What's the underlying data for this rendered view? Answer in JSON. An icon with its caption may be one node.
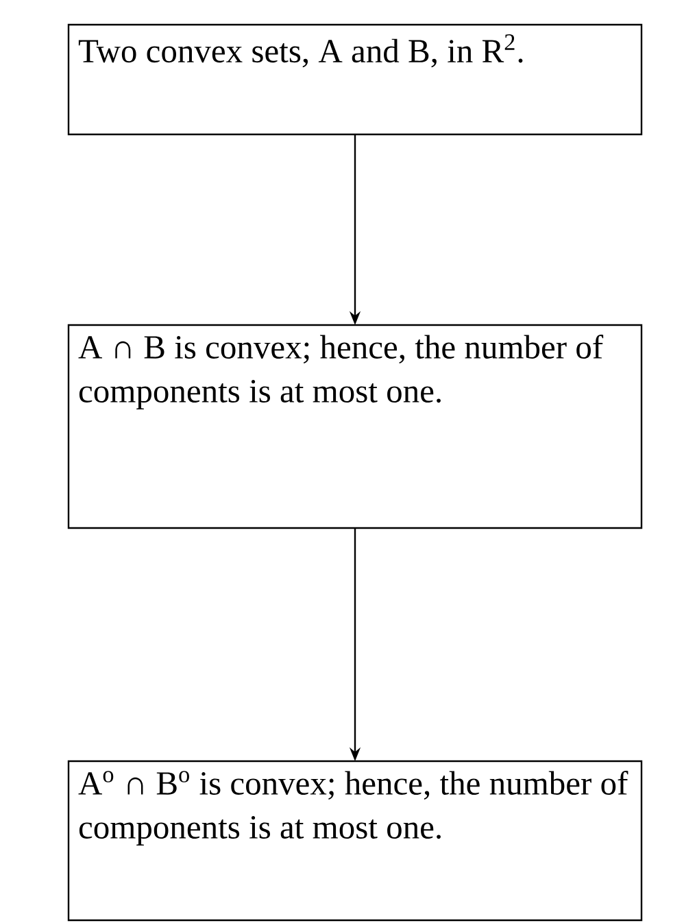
{
  "diagram": {
    "nodes": [
      {
        "text": [
          "Two convex sets, A and B, in R$^{2}$."
        ]
      },
      {
        "text": [
          "A ∩ B  is convex; hence, the number of components is at most one."
        ]
      },
      {
        "text": [
          "A$^{o}$ ∩ B$^{o}$  is convex; hence, the number of components is at most one."
        ]
      }
    ],
    "edges": [
      {
        "from": 0,
        "to": 1,
        "arrow": "to"
      },
      {
        "from": 1,
        "to": 2,
        "arrow": "to"
      }
    ]
  }
}
